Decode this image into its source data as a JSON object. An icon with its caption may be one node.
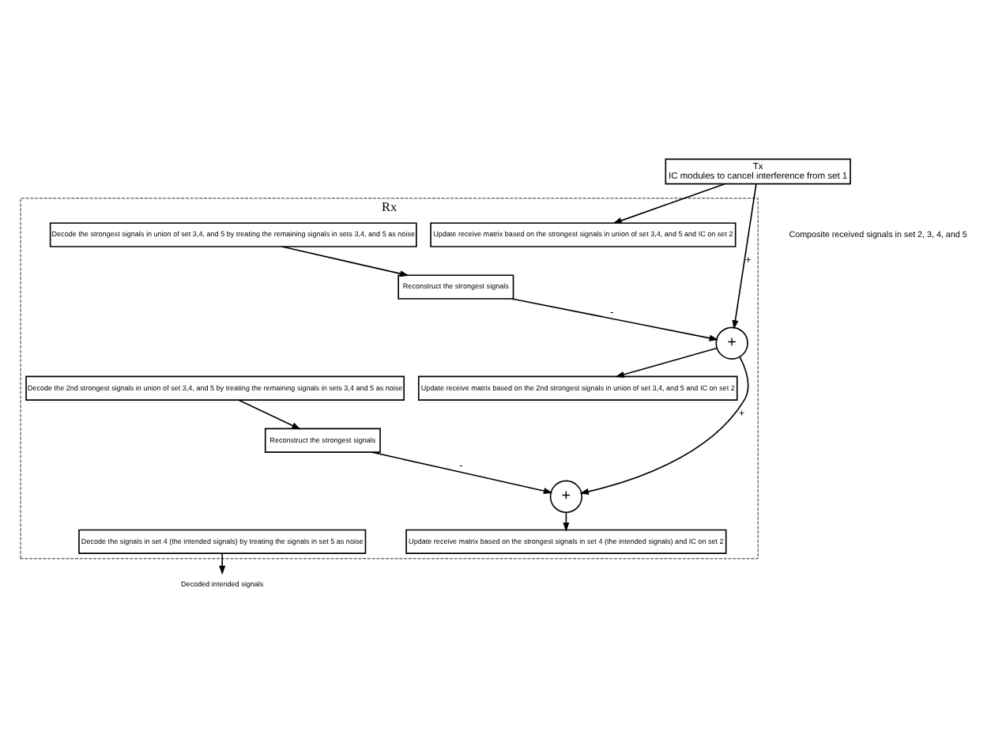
{
  "diagram": {
    "nodes": [
      {
        "text": [
          "Tx",
          "IC modules to cancel interference from set 1"
        ]
      },
      {
        "text": [
          "Rx"
        ]
      },
      {
        "text": [
          "Update receive matrix based on the strongest signals in union of set 3,4, and 5 and IC on set 2"
        ],
        "in": 1
      },
      {
        "text": [
          "Decode the strongest signals in union of set 3,4, and 5 by treating the remaining signals in sets 3,4, and 5 as noise"
        ],
        "in": 1
      },
      {
        "text": [
          "Reconstruct the strongest signals"
        ],
        "in": 1
      },
      {
        "text": [
          "+"
        ],
        "in": 1
      },
      {
        "text": [
          "Update receive matrix based on the 2nd strongest signals in union of set 3,4, and 5 and IC on set 2"
        ],
        "in": 1
      },
      {
        "text": [
          "Decode the 2nd strongest signals in union of set 3,4, and 5 by treating the remaining signals in sets 3,4 and 5 as noise"
        ],
        "in": 1
      },
      {
        "text": [
          "Reconstruct the strongest signals"
        ],
        "in": 1
      },
      {
        "text": [
          "+"
        ],
        "in": 1
      },
      {
        "text": [
          "Update receive matrix based on the strongest signals in set 4 (the intended signals) and IC on set 2"
        ],
        "in": 1
      },
      {
        "text": [
          "Decode the signals in set 4 (the intended signals) by treating the signals in set 5 as noise"
        ],
        "in": 1
      },
      {
        "text": [
          "Decoded intended signals"
        ]
      }
    ],
    "edges": [
      {
        "from": 0,
        "to": 2,
        "arrow": "to"
      },
      {
        "from": 0,
        "to": 5,
        "arrow": "to",
        "label": "+"
      },
      {
        "from": 3,
        "to": 4,
        "arrow": "to"
      },
      {
        "from": 4,
        "to": 5,
        "arrow": "to",
        "label": "-"
      },
      {
        "from": 5,
        "to": 6,
        "arrow": "to"
      },
      {
        "from": 5,
        "to": 9,
        "arrow": "to",
        "label": "+"
      },
      {
        "from": 7,
        "to": 8,
        "arrow": "to"
      },
      {
        "from": 8,
        "to": 9,
        "arrow": "to",
        "label": "-"
      },
      {
        "from": 9,
        "to": 10,
        "arrow": "to"
      },
      {
        "from": 11,
        "to": 12,
        "arrow": "to"
      }
    ],
    "labels": [
      "Composite received signals in set 2, 3, 4, and 5"
    ]
  }
}
